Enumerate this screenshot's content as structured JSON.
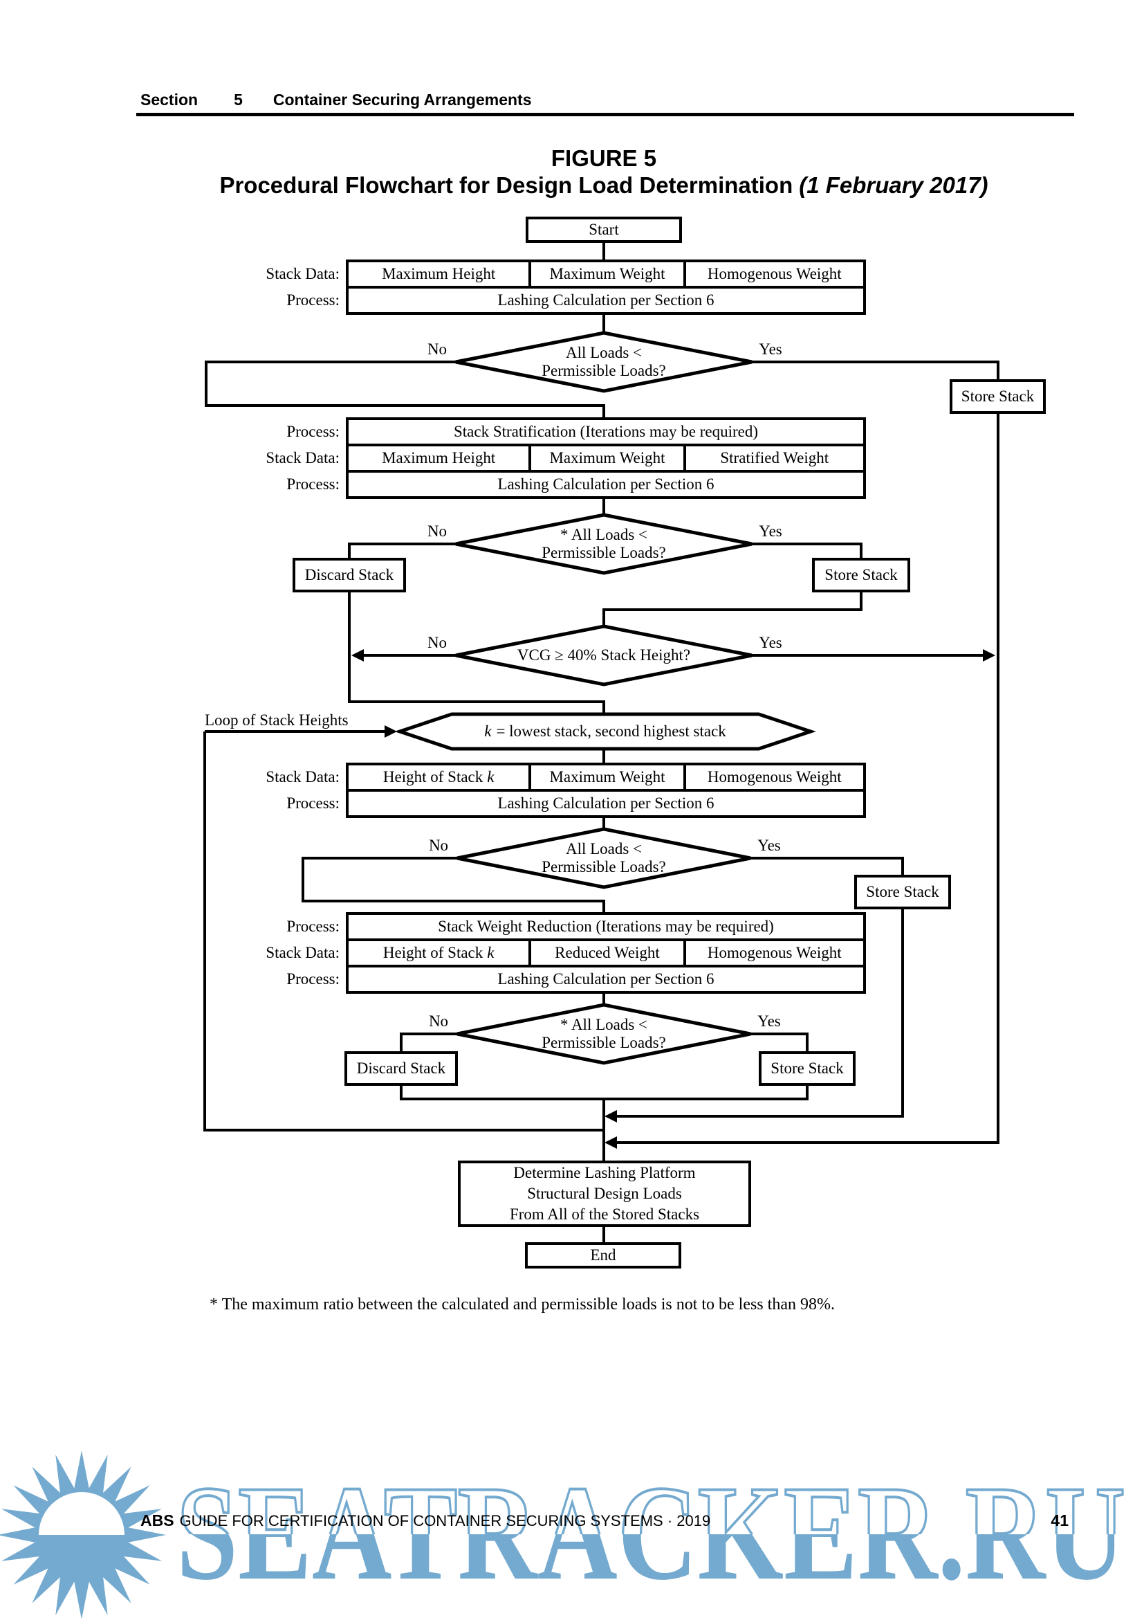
{
  "page": {
    "header": {
      "section_word": "Section",
      "section_number": "5",
      "section_title": "Container Securing Arrangements"
    },
    "figure": {
      "label": "FIGURE 5",
      "title": "Procedural Flowchart for Design Load Determination",
      "date_note": "(1 February 2017)"
    },
    "footnote": "* The maximum ratio between the calculated and permissible loads is not to be less than 98%.",
    "footer": {
      "brand": "ABS",
      "text": "GUIDE FOR CERTIFICATION OF CONTAINER SECURING SYSTEMS · 2019",
      "page_number": "41"
    },
    "watermark": {
      "text": "SEATRACKER.RU",
      "color": "#74AACF"
    }
  },
  "labels": {
    "stack_data": "Stack Data:",
    "process": "Process:",
    "no": "No",
    "yes": "Yes",
    "loop_caption": "Loop of Stack Heights"
  },
  "flow": {
    "start": "Start",
    "end": "End",
    "store_stack": "Store Stack",
    "discard_stack": "Discard Stack",
    "lashing": "Lashing Calculation per Section 6",
    "t1": {
      "c1": "Maximum Height",
      "c2": "Maximum Weight",
      "c3": "Homogenous Weight"
    },
    "strat": "Stack Stratification (Iterations may be required)",
    "t2": {
      "c1": "Maximum Height",
      "c2": "Maximum Weight",
      "c3": "Stratified Weight"
    },
    "d_all": {
      "l1": "All Loads <",
      "l2": "Permissible Loads?"
    },
    "d_star": {
      "l1": "* All Loads <",
      "l2": "Permissible Loads?"
    },
    "vcg": "VCG ≥ 40% Stack Height?",
    "hex": {
      "k": "k",
      "rest": "= lowest stack, second highest stack"
    },
    "t3": {
      "c1_pre": "Height of Stack",
      "k": "k",
      "c2": "Maximum Weight",
      "c3": "Homogenous Weight"
    },
    "reduction": "Stack Weight Reduction (Iterations may be required)",
    "t4": {
      "c1_pre": "Height of Stack",
      "k": "k",
      "c2": "Reduced Weight",
      "c3": "Homogenous Weight"
    },
    "determine": {
      "l1": "Determine Lashing Platform",
      "l2": "Structural Design Loads",
      "l3": "From All of the Stored Stacks"
    }
  }
}
